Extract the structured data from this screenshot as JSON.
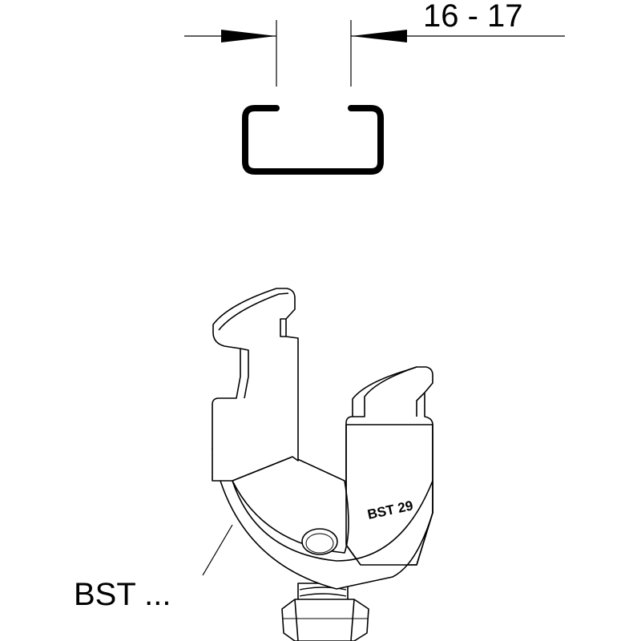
{
  "dimension": {
    "label": "16 - 17"
  },
  "callout": {
    "label": "BST ..."
  },
  "part": {
    "stamp": "BST 29"
  }
}
